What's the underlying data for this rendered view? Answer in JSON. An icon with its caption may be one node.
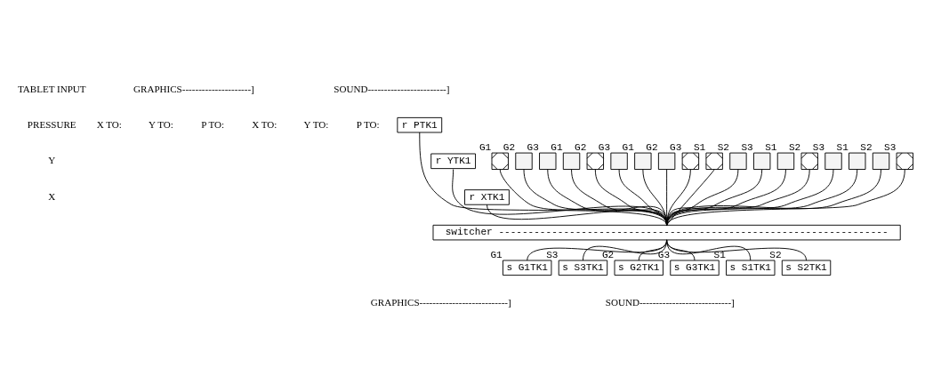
{
  "diagram": {
    "nodes": [
      {
        "text": [
          "r PTK1"
        ]
      },
      {
        "text": [
          "r YTK1"
        ]
      },
      {
        "text": [
          "r XTK1"
        ]
      },
      {
        "text": [],
        "shape": "checkbox",
        "beside": [
          "G1"
        ]
      },
      {
        "text": [],
        "shape": "box",
        "beside": [
          "G2"
        ]
      },
      {
        "text": [],
        "shape": "box",
        "beside": [
          "G3"
        ]
      },
      {
        "text": [],
        "shape": "box",
        "beside": [
          "G1"
        ]
      },
      {
        "text": [],
        "shape": "checkbox",
        "beside": [
          "G2"
        ]
      },
      {
        "text": [],
        "shape": "box",
        "beside": [
          "G3"
        ]
      },
      {
        "text": [],
        "shape": "box",
        "beside": [
          "G1"
        ]
      },
      {
        "text": [],
        "shape": "box",
        "beside": [
          "G2"
        ]
      },
      {
        "text": [],
        "shape": "checkbox",
        "beside": [
          "G3"
        ]
      },
      {
        "text": [],
        "shape": "checkbox",
        "beside": [
          "S1"
        ]
      },
      {
        "text": [],
        "shape": "box",
        "beside": [
          "S2"
        ]
      },
      {
        "text": [],
        "shape": "box",
        "beside": [
          "S3"
        ]
      },
      {
        "text": [],
        "shape": "box",
        "beside": [
          "S1"
        ]
      },
      {
        "text": [],
        "shape": "checkbox",
        "beside": [
          "S2"
        ]
      },
      {
        "text": [],
        "shape": "box",
        "beside": [
          "S3"
        ]
      },
      {
        "text": [],
        "shape": "box",
        "beside": [
          "S1"
        ]
      },
      {
        "text": [],
        "shape": "box",
        "beside": [
          "S2"
        ]
      },
      {
        "text": [],
        "shape": "checkbox",
        "beside": [
          "S3"
        ]
      },
      {
        "text": [
          "switcher ------------------------------------------------------------------"
        ]
      },
      {
        "text": [
          "s G1TK1"
        ],
        "beside": [
          "G1"
        ]
      },
      {
        "text": [
          "s G2TK1"
        ],
        "beside": [
          "G2"
        ]
      },
      {
        "text": [
          "s G3TK1"
        ],
        "beside": [
          "G3"
        ]
      },
      {
        "text": [
          "s S1TK1"
        ],
        "beside": [
          "S1"
        ]
      },
      {
        "text": [
          "s S2TK1"
        ],
        "beside": [
          "S2"
        ]
      },
      {
        "text": [
          "s S3TK1"
        ],
        "beside": [
          "S3"
        ]
      }
    ],
    "edges": [
      {
        "from": 2,
        "to": 21,
        "arrow": "none"
      },
      {
        "from": 1,
        "to": 21,
        "arrow": "none"
      },
      {
        "from": 0,
        "to": 21,
        "arrow": "none"
      },
      {
        "from": 3,
        "to": 21,
        "arrow": "none"
      },
      {
        "from": 4,
        "to": 21,
        "arrow": "none"
      },
      {
        "from": 5,
        "to": 21,
        "arrow": "none"
      },
      {
        "from": 6,
        "to": 21,
        "arrow": "none"
      },
      {
        "from": 7,
        "to": 21,
        "arrow": "none"
      },
      {
        "from": 8,
        "to": 21,
        "arrow": "none"
      },
      {
        "from": 9,
        "to": 21,
        "arrow": "none"
      },
      {
        "from": 10,
        "to": 21,
        "arrow": "none"
      },
      {
        "from": 11,
        "to": 21,
        "arrow": "none"
      },
      {
        "from": 12,
        "to": 21,
        "arrow": "none"
      },
      {
        "from": 13,
        "to": 21,
        "arrow": "none"
      },
      {
        "from": 14,
        "to": 21,
        "arrow": "none"
      },
      {
        "from": 15,
        "to": 21,
        "arrow": "none"
      },
      {
        "from": 16,
        "to": 21,
        "arrow": "none"
      },
      {
        "from": 17,
        "to": 21,
        "arrow": "none"
      },
      {
        "from": 18,
        "to": 21,
        "arrow": "none"
      },
      {
        "from": 19,
        "to": 21,
        "arrow": "none"
      },
      {
        "from": 20,
        "to": 21,
        "arrow": "none"
      },
      {
        "from": 21,
        "to": 22,
        "arrow": "none"
      },
      {
        "from": 21,
        "to": 23,
        "arrow": "none"
      },
      {
        "from": 21,
        "to": 24,
        "arrow": "none"
      },
      {
        "from": 21,
        "to": 25,
        "arrow": "none"
      },
      {
        "from": 21,
        "to": 26,
        "arrow": "none"
      },
      {
        "from": 21,
        "to": 27,
        "arrow": "none"
      }
    ],
    "labels": [
      "TABLET INPUT",
      "GRAPHICS---------------------]",
      "SOUND------------------------]",
      "PRESSURE",
      "X TO:",
      "Y TO:",
      "P TO:",
      "X TO:",
      "Y TO:",
      "P TO:",
      "Y",
      "X",
      "GRAPHICS---------------------------]",
      "SOUND----------------------------]"
    ]
  }
}
